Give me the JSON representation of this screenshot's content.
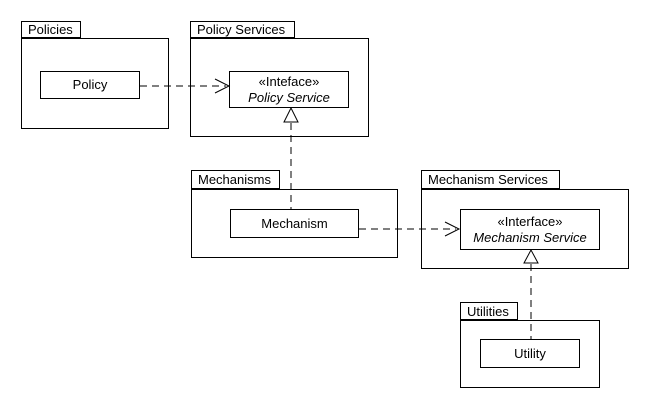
{
  "diagram": {
    "type": "uml-package-diagram",
    "colors": {
      "line": "#000000",
      "shape_fill": "#ffffff",
      "background": "#ffffff",
      "text": "#000000"
    },
    "packages": {
      "policies": {
        "label": "Policies"
      },
      "policy_services": {
        "label": "Policy Services"
      },
      "mechanisms": {
        "label": "Mechanisms"
      },
      "mechanism_services": {
        "label": "Mechanism Services"
      },
      "utilities": {
        "label": "Utilities"
      }
    },
    "elements": {
      "policy": {
        "label": "Policy"
      },
      "policy_service": {
        "stereotype": "«Inteface»",
        "name": "Policy Service"
      },
      "mechanism": {
        "label": "Mechanism"
      },
      "mechanism_service": {
        "stereotype": "«Interface»",
        "name": "Mechanism Service"
      },
      "utility": {
        "label": "Utility"
      }
    },
    "relationships": [
      {
        "type": "dependency",
        "from": "Policy",
        "to": "Policy Service",
        "line": "dashed",
        "arrowhead": "open"
      },
      {
        "type": "realization",
        "from": "Mechanism",
        "to": "Policy Service",
        "line": "dashed",
        "arrowhead": "hollow-triangle"
      },
      {
        "type": "dependency",
        "from": "Mechanism",
        "to": "Mechanism Service",
        "line": "dashed",
        "arrowhead": "open"
      },
      {
        "type": "realization",
        "from": "Utility",
        "to": "Mechanism Service",
        "line": "dashed",
        "arrowhead": "hollow-triangle"
      }
    ]
  }
}
